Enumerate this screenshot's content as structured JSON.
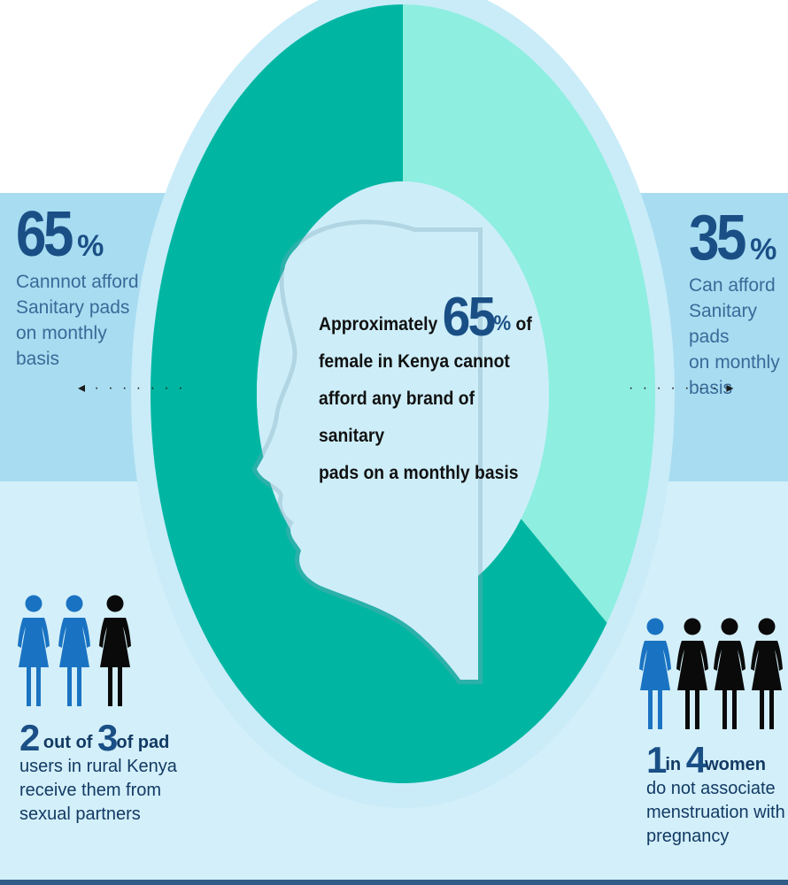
{
  "colors": {
    "band_top": "#a8dcf1",
    "band_bottom": "#d3eff9",
    "ring_halo": "#c9ecf8",
    "segment_cannot": "#00b6a3",
    "segment_can": "#8eeedf",
    "face_fill": "#cdeef9",
    "accent_blue": "#1a6bb0",
    "icon_blue": "#1a73c2",
    "icon_black": "#0a0a0a"
  },
  "left_stat": {
    "value": "65",
    "unit": "%",
    "lines": [
      "Cannnot afford",
      "Sanitary pads",
      "on monthly",
      "basis"
    ],
    "arrow": "◂ · · · · · · ·"
  },
  "right_stat": {
    "value": "35",
    "unit": "%",
    "lines": [
      "Can afford",
      "Sanitary pads",
      "on monthly",
      "basis"
    ],
    "arrow": "· · · · · · · ▸"
  },
  "center": {
    "before": "Approximately",
    "value": "65",
    "unit": "%",
    "after": "of",
    "lines": [
      "female in Kenya cannot",
      "afford any brand of sanitary",
      "pads on a monthly basis"
    ]
  },
  "bottom_left": {
    "num_a": "2",
    "text_a": "out of",
    "num_b": "3",
    "text_b": "of pad",
    "lines": [
      "users in rural Kenya",
      "receive them from",
      "sexual partners"
    ]
  },
  "bottom_right": {
    "num_a": "1",
    "text_a": "in",
    "num_b": "4",
    "text_b": "women",
    "lines": [
      "do not associate",
      "menstruation with",
      "pregnancy"
    ]
  },
  "chart_data": {
    "type": "pie",
    "variant": "donut",
    "categories": [
      "Cannnot afford Sanitary pads on monthly basis",
      "Can afford Sanitary pads on monthly basis"
    ],
    "values": [
      65,
      35
    ],
    "unit": "%"
  },
  "icons": {
    "left_group": [
      "blue",
      "blue",
      "black"
    ],
    "right_group": [
      "blue",
      "black",
      "black",
      "black"
    ]
  }
}
